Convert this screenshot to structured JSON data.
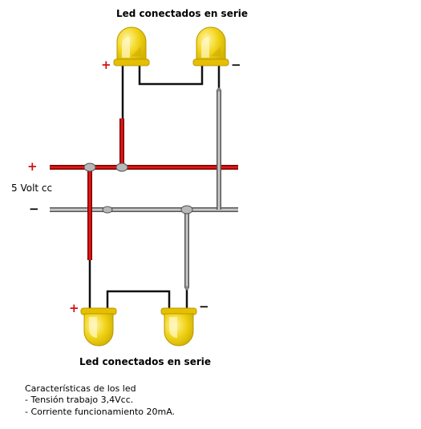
{
  "diagram": {
    "title_top": "Led conectados en serie",
    "title_bottom": "Led conectados en serie",
    "supply_label": "5 Volt cc",
    "supply_plus": "+",
    "supply_minus": "−",
    "top_led_pair": {
      "plus": "+",
      "minus": "−"
    },
    "bottom_led_pair": {
      "plus": "+",
      "minus": "−"
    },
    "specs": {
      "heading": "Características de los led",
      "lines": [
        "- Tensión trabajo 3,4Vcc.",
        "- Corriente funcionamiento 20mA."
      ]
    },
    "colors": {
      "positive_wire": "#e01818",
      "negative_wire": "#a8a8a8",
      "led_body": "#f2d41c",
      "led_highlight": "#fff3a0",
      "node": "#b8b8b8"
    }
  }
}
